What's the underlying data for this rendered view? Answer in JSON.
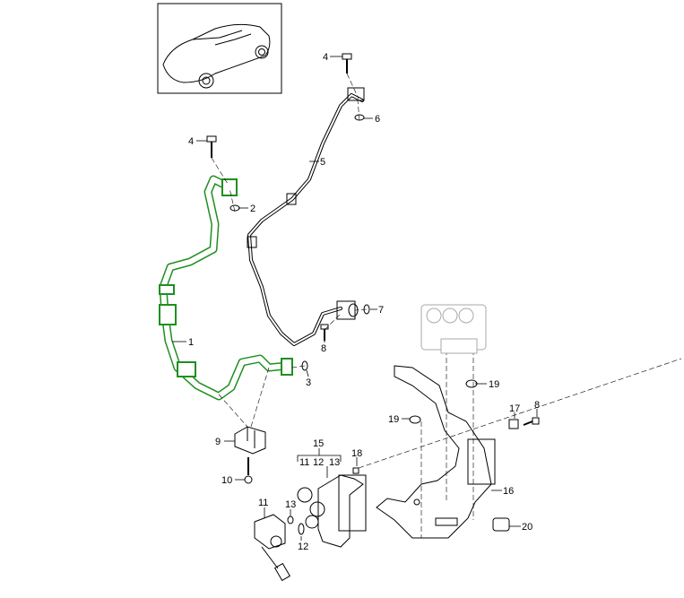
{
  "diagram": {
    "title_image": "car-thumbnail",
    "colors": {
      "highlight_hose": "#1f8f1f",
      "line": "#000000",
      "ghost": "#aaaaaa"
    },
    "callouts": {
      "c4a": "4",
      "c6": "6",
      "c5": "5",
      "c4b": "4",
      "c2": "2",
      "c7": "7",
      "c8a": "8",
      "c1": "1",
      "c3": "3",
      "c19a": "19",
      "c19b": "19",
      "c17": "17",
      "c8b": "8",
      "c9": "9",
      "c15": "15",
      "c18": "18",
      "c15_11": "11",
      "c15_12": "12",
      "c15_13": "13",
      "c10": "10",
      "c16": "16",
      "c11": "11",
      "c13": "13",
      "c20": "20",
      "c12": "12"
    }
  }
}
